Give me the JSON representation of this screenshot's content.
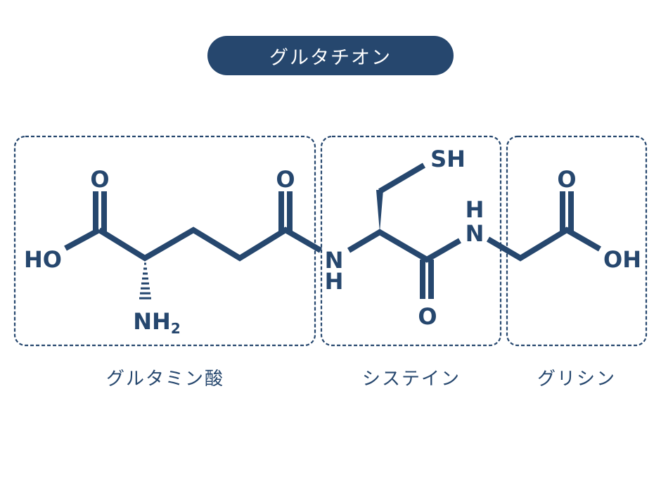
{
  "title": "グルタチオン",
  "colors": {
    "primary": "#26476e",
    "background": "#ffffff"
  },
  "segments": [
    {
      "name": "glutamic-acid",
      "label": "グルタミン酸"
    },
    {
      "name": "cysteine",
      "label": "システイン"
    },
    {
      "name": "glycine",
      "label": "グリシン"
    }
  ],
  "atoms": {
    "glu_oh": "HO",
    "glu_o1": "O",
    "glu_nh2_n": "NH",
    "glu_nh2_sub": "2",
    "glu_o2": "O",
    "cys_n": "N",
    "cys_nh_h": "H",
    "cys_sh": "SH",
    "cys_o": "O",
    "gly_n": "N",
    "gly_nh_h": "H",
    "gly_o": "O",
    "gly_oh": "OH"
  }
}
